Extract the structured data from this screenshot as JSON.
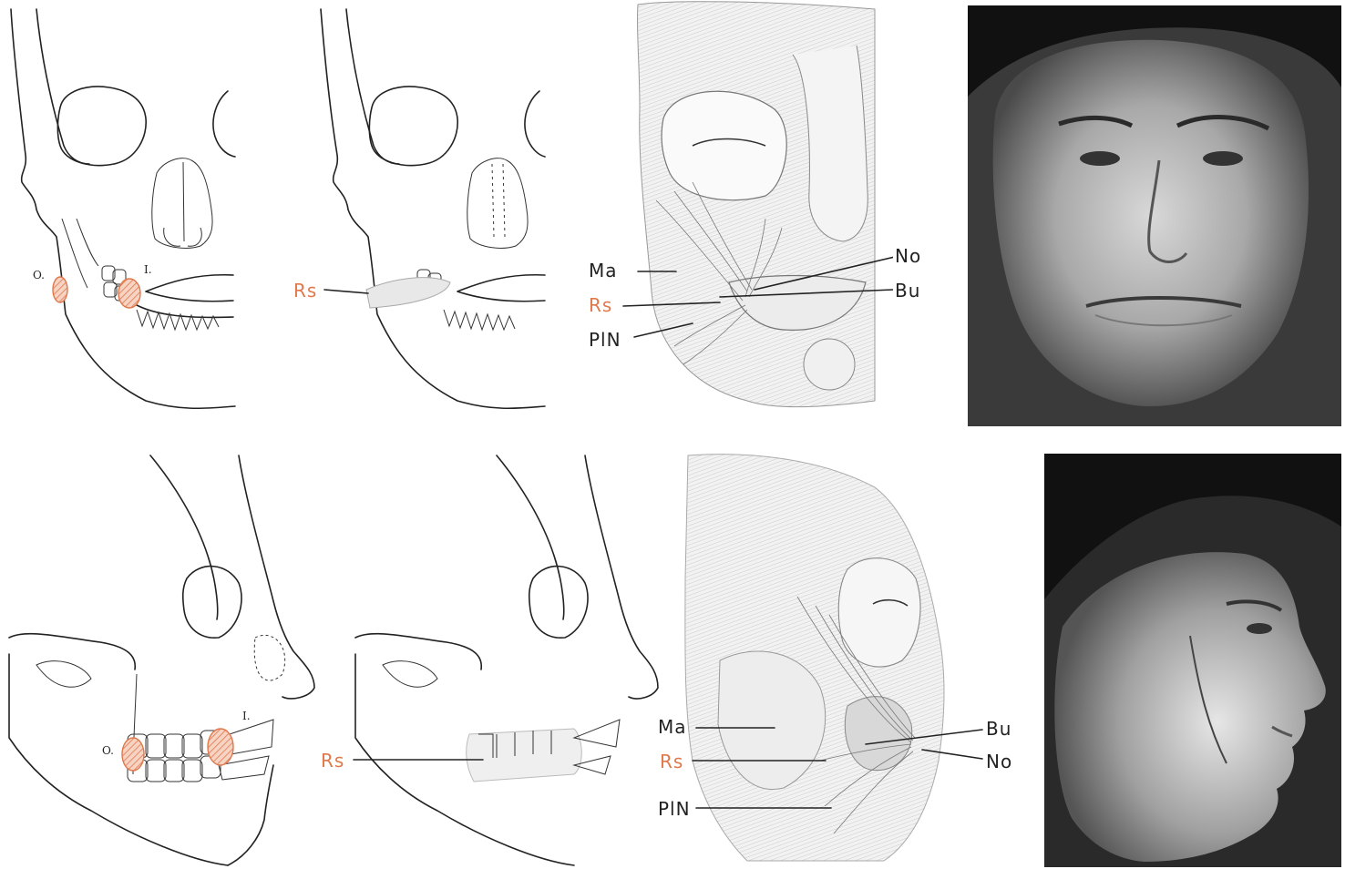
{
  "colors": {
    "accent": "#e0784c",
    "ink": "#222222",
    "photo_bg": "#3a3a3a"
  },
  "frontal": {
    "skull_a": {
      "label_o": "O.",
      "label_i": "I."
    },
    "skull_b": {
      "label_rs": "Rs"
    },
    "muscles": {
      "ma": "Ma",
      "rs": "Rs",
      "pln": "PlN",
      "no": "No",
      "bu": "Bu"
    }
  },
  "lateral": {
    "skull_a": {
      "label_o": "O.",
      "label_i": "I."
    },
    "skull_b": {
      "label_rs": "Rs"
    },
    "muscles": {
      "ma": "Ma",
      "rs": "Rs",
      "pln": "PlN",
      "bu": "Bu",
      "no": "No"
    }
  }
}
